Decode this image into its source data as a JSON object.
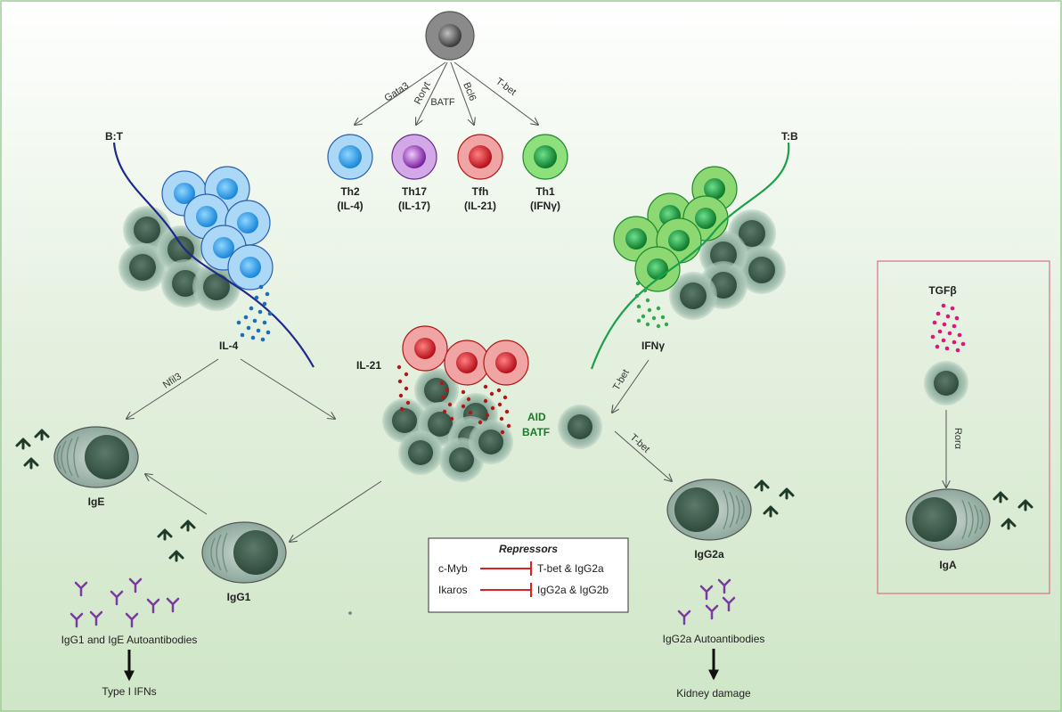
{
  "root_cell": "naive-t-cell",
  "transcription_factors": {
    "gata3": "Gata3",
    "roryt": "Rorγt",
    "batf": "BATF",
    "bcl6": "Bcl6",
    "tbet": "T-bet"
  },
  "th_subsets": [
    {
      "name": "Th2",
      "cytokine": "(IL-4)",
      "color": "#56aee8"
    },
    {
      "name": "Th17",
      "cytokine": "(IL-17)",
      "color": "#9a4fb6"
    },
    {
      "name": "Tfh",
      "cytokine": "(IL-21)",
      "color": "#d94a4a"
    },
    {
      "name": "Th1",
      "cytokine": "(IFNγ)",
      "color": "#3cb043"
    }
  ],
  "left_panel": {
    "contact_label": "B:T",
    "cytokine_label": "IL-4",
    "nfil3_label": "Nfil3",
    "ige_label": "IgE",
    "igg1_label": "IgG1",
    "autoantibody_label": "IgG1 and IgE Autoantibodies",
    "outcome_label": "Type I IFNs"
  },
  "center_panel": {
    "cytokine_label": "IL-21",
    "aid_label": "AID",
    "batf_label": "BATF"
  },
  "right_panel": {
    "contact_label": "T:B",
    "cytokine_label": "IFNγ",
    "tbet_label_1": "T-bet",
    "tbet_label_2": "T-bet",
    "igg2a_label": "IgG2a",
    "autoantibody_label": "IgG2a Autoantibodies",
    "outcome_label": "Kidney damage"
  },
  "repressors": {
    "title": "Repressors",
    "rows": [
      {
        "factor": "c-Myb",
        "target": "T-bet & IgG2a"
      },
      {
        "factor": "Ikaros",
        "target": "IgG2a & IgG2b"
      }
    ]
  },
  "iga_panel": {
    "cytokine_label": "TGFβ",
    "tf_label": "Rorα",
    "iga_label": "IgA"
  },
  "colors": {
    "il4_dots": "#1a6fb5",
    "il21_dots": "#b01818",
    "ifng_dots": "#2ea84a",
    "tgfb_dots": "#e0157a",
    "b_cell": "#7d9d8d",
    "bt_line": "#1e2a8a",
    "tb_line": "#1aa04a",
    "repressor_bar": "#e02020",
    "autoantibody": "#7a3aa0",
    "antibody": "#1f3a28",
    "iga_frame": "#d9708a"
  }
}
